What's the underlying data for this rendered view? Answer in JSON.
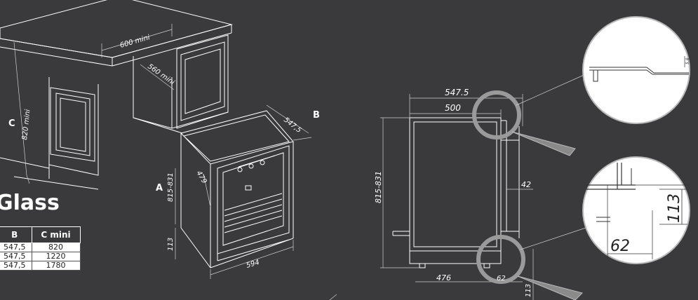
{
  "diagram": {
    "heading": "Glass",
    "letters": {
      "a": "A",
      "b": "B",
      "c": "C"
    },
    "dims": {
      "cabinet_width": "600 mini",
      "cabinet_depth": "560 mini",
      "cabinet_height": "820 mini",
      "iso_depth": "547,5",
      "iso_height": "815-831",
      "iso_inner_depth": "479",
      "iso_plinth": "113",
      "iso_width": "594",
      "side_depth": "547.5",
      "side_inner": "500",
      "side_height": "815-831",
      "side_door": "42",
      "side_base": "476",
      "side_base_right": "62",
      "side_plinth": "113",
      "detail_top": "5.8",
      "detail_height": "113",
      "detail_width": "62"
    },
    "table": {
      "headers": [
        "B",
        "C mini"
      ],
      "rows": [
        [
          "547,5",
          "820"
        ],
        [
          "547,5",
          "1220"
        ],
        [
          "547,5",
          "1780"
        ]
      ]
    }
  }
}
